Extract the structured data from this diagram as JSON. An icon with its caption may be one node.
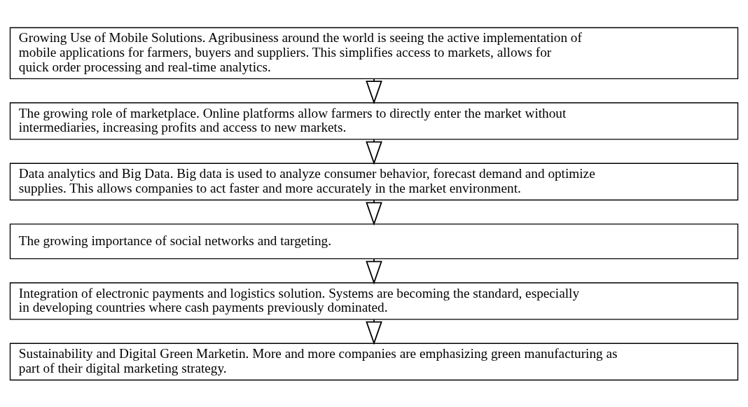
{
  "diagram": {
    "nodes": [
      {
        "text": [
          "Growing Use of Mobile Solutions. Agribusiness around the world is seeing the active implementation of mobile applications for farmers, buyers and suppliers. This simplifies access to markets, allows for quick order processing and real-time analytics."
        ]
      },
      {
        "text": [
          "The growing role of marketplace. Online platforms allow farmers to directly enter the market without intermediaries, increasing profits and access to new markets."
        ]
      },
      {
        "text": [
          "Data analytics and Big Data. Big data is used to analyze consumer behavior, forecast demand and optimize supplies. This allows companies to act faster and more accurately in the market environment."
        ]
      },
      {
        "text": [
          "The growing importance of social networks and targeting."
        ]
      },
      {
        "text": [
          "Integration of electronic payments and logistics solution. Systems are becoming the standard, especially in developing countries where cash payments previously dominated."
        ]
      },
      {
        "text": [
          "Sustainability and Digital Green Marketin. More and more companies are emphasizing green manufacturing as part of their digital marketing strategy."
        ]
      }
    ],
    "edges": [
      {
        "from": 0,
        "to": 1,
        "arrow": "to"
      },
      {
        "from": 1,
        "to": 2,
        "arrow": "to"
      },
      {
        "from": 2,
        "to": 3,
        "arrow": "to"
      },
      {
        "from": 3,
        "to": 4,
        "arrow": "to"
      },
      {
        "from": 4,
        "to": 5,
        "arrow": "to"
      }
    ]
  }
}
